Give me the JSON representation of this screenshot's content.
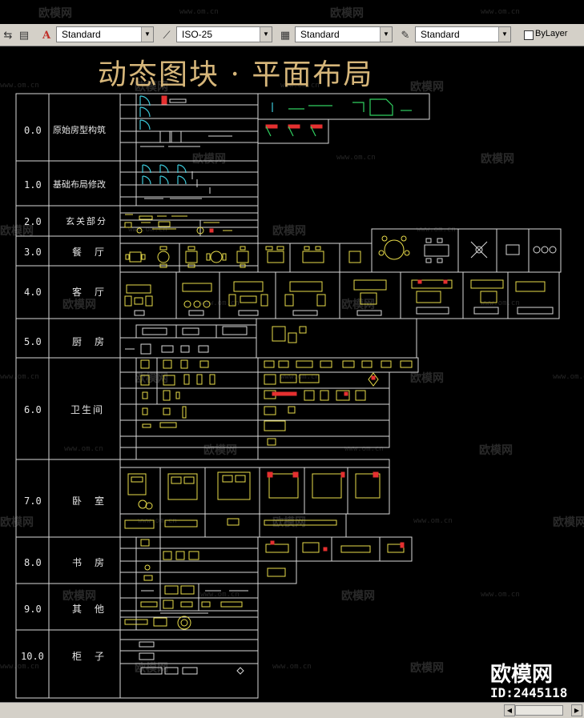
{
  "toolbar": {
    "text_style": "Standard",
    "dim_style": "ISO-25",
    "table_style": "Standard",
    "multileader_style": "Standard",
    "layer": "ByLayer"
  },
  "drawing": {
    "title": "动态图块 · 平面布局",
    "categories": [
      {
        "num": "0.0",
        "name": "原始房型构筑"
      },
      {
        "num": "1.0",
        "name": "基础布局修改"
      },
      {
        "num": "2.0",
        "name": "玄关部分"
      },
      {
        "num": "3.0",
        "name": "餐　厅"
      },
      {
        "num": "4.0",
        "name": "客　厅"
      },
      {
        "num": "5.0",
        "name": "厨　房"
      },
      {
        "num": "6.0",
        "name": "卫生间"
      },
      {
        "num": "7.0",
        "name": "卧　室"
      },
      {
        "num": "8.0",
        "name": "书　房"
      },
      {
        "num": "9.0",
        "name": "其　他"
      },
      {
        "num": "10.0",
        "name": "柜　子"
      }
    ]
  },
  "watermark": {
    "brand": "欧模网",
    "url": "www.om.cn",
    "id_label": "ID:2445118"
  }
}
